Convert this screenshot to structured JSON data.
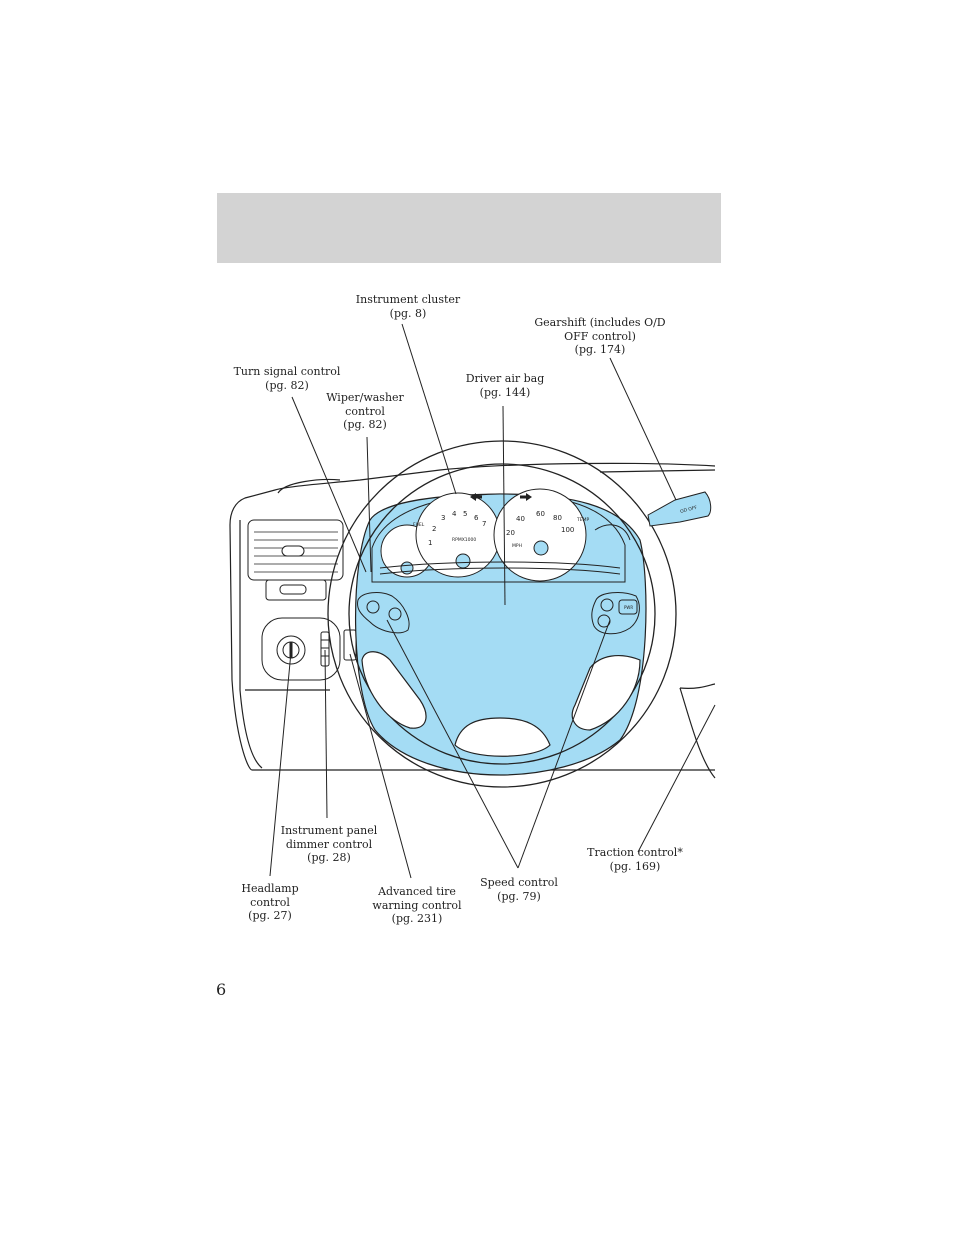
{
  "page": {
    "number": "6"
  },
  "colors": {
    "highlight": "#a4dcf4",
    "line": "#222222",
    "header_band": "#d3d3d3"
  },
  "callouts": {
    "instrument_cluster": "Instrument cluster\n(pg. 8)",
    "gearshift": "Gearshift (includes O/D\nOFF control)\n(pg. 174)",
    "turn_signal": "Turn signal control\n(pg. 82)",
    "wiper_washer": "Wiper/washer\ncontrol\n(pg. 82)",
    "driver_air_bag": "Driver air bag\n(pg. 144)",
    "dimmer": "Instrument panel\ndimmer control\n(pg. 28)",
    "traction": "Traction control*\n(pg. 169)",
    "headlamp": "Headlamp\ncontrol\n(pg. 27)",
    "tire_warning": "Advanced tire\nwarning control\n(pg. 231)",
    "speed_control": "Speed control\n(pg. 79)"
  },
  "gauges": {
    "tach_numbers": [
      "1",
      "2",
      "3",
      "4",
      "5",
      "6",
      "7"
    ],
    "speed_numbers": [
      "20",
      "40",
      "60",
      "80",
      "100"
    ],
    "rpm_label": "RPMX1000",
    "mph_label": "MPH",
    "fuel_label": "FUEL",
    "temp_label": "TEMP"
  },
  "buttons": {
    "pwr": "PWR"
  },
  "gearshift_text": "OD OFF"
}
